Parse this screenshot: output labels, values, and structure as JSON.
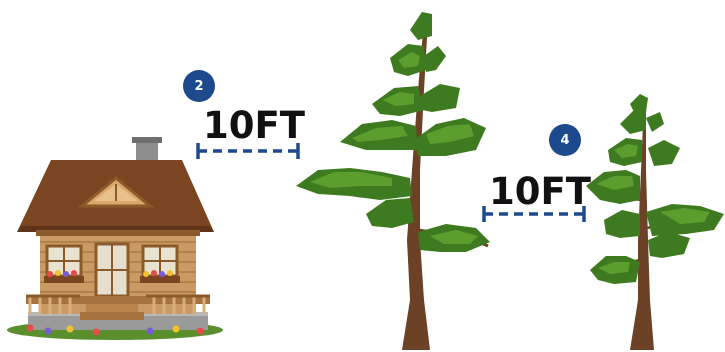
{
  "markers": [
    {
      "number": "2",
      "color": "#1d4a8c"
    },
    {
      "number": "4",
      "color": "#1d4a8c"
    }
  ],
  "distances": [
    {
      "label": "10FT",
      "line_color": "#1d4a8c"
    },
    {
      "label": "10FT",
      "line_color": "#1d4a8c"
    }
  ],
  "objects": [
    {
      "icon": "house-icon"
    },
    {
      "icon": "tall-pine-tree-icon"
    },
    {
      "icon": "pine-tree-icon"
    }
  ]
}
